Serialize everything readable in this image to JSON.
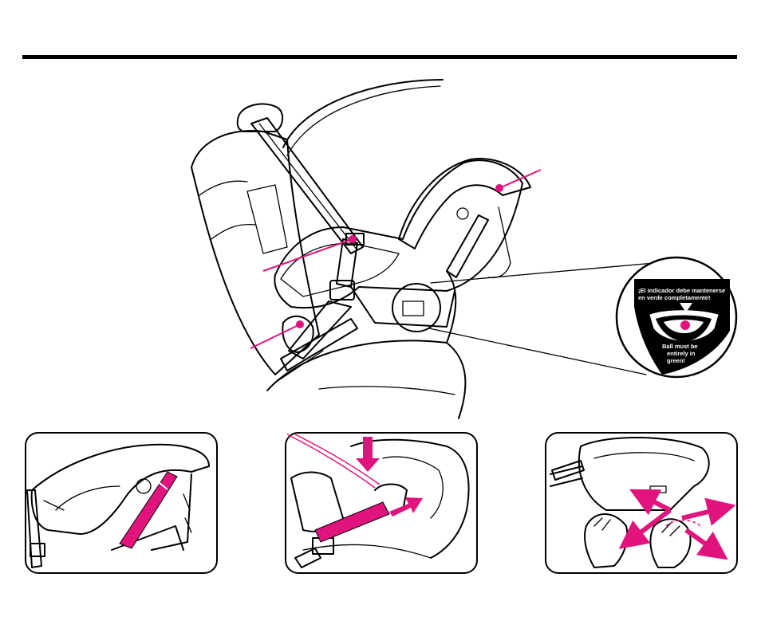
{
  "colors": {
    "accent": "#e0147c",
    "ink": "#000000",
    "shade": "#d9d9d9",
    "background": "#ffffff"
  },
  "callout": {
    "spanish_line1": "¡El indicador debe mantenerse",
    "spanish_line2": "en verde completamente!",
    "english_line1": "Ball must be",
    "english_line2": "entirely in",
    "english_line3": "green!"
  },
  "steps": [
    {
      "icon": "handle-strap-icon"
    },
    {
      "icon": "push-down-arrow-icon"
    },
    {
      "icon": "shake-test-arrows-icon"
    }
  ]
}
